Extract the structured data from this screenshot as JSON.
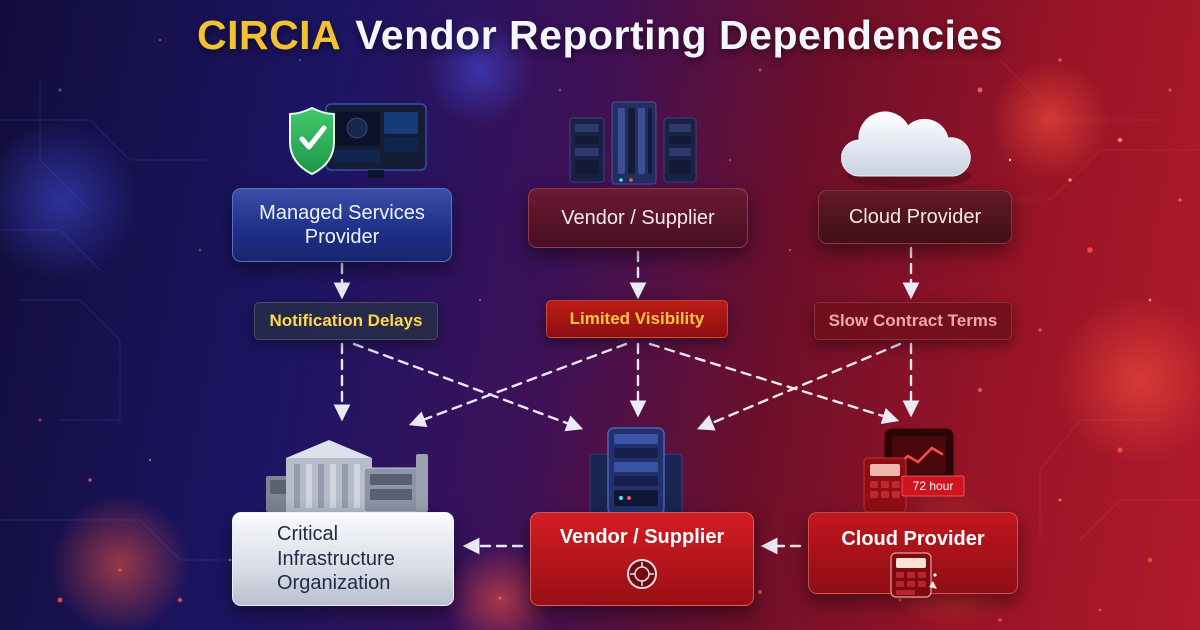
{
  "title": {
    "highlight": "CIRCIA",
    "rest": "Vendor Reporting Dependencies"
  },
  "top_nodes": [
    {
      "id": "managed-services-provider",
      "label": "Managed Services Provider"
    },
    {
      "id": "vendor-supplier-top",
      "label": "Vendor / Supplier"
    },
    {
      "id": "cloud-provider-top",
      "label": "Cloud Provider"
    }
  ],
  "issue_badges": [
    {
      "id": "notification-delays",
      "label": "Notification Delays",
      "text_color": "#ffd84a"
    },
    {
      "id": "limited-visibility",
      "label": "Limited Visibility",
      "text_color": "#ffc63a"
    },
    {
      "id": "slow-contract-terms",
      "label": "Slow Contract Terms",
      "text_color": "#f2a6a6"
    }
  ],
  "bottom_nodes": [
    {
      "id": "critical-infrastructure-organization",
      "label": "Critical Infrastructure Organization"
    },
    {
      "id": "vendor-supplier-bottom",
      "label": "Vendor / Supplier"
    },
    {
      "id": "cloud-provider-bottom",
      "label": "Cloud Provider"
    }
  ],
  "annotations": {
    "report_window": "72 hour"
  },
  "icon_names": [
    "shield-check-monitor-icon",
    "server-rack-icon",
    "cloud-icon",
    "industrial-building-icon",
    "server-tower-icon",
    "incident-devices-icon",
    "seal-emblem-icon",
    "calculator-icon"
  ],
  "colors": {
    "accent_gold": "#f2c232",
    "node_blue": "#20308a",
    "node_maroon": "#5a1528",
    "node_red": "#b5141e",
    "node_light": "#e9ebf2",
    "badge_red": "#b51616",
    "background_blue": "#161047",
    "background_red": "#a01426",
    "arrow_white": "#f4f6ff"
  }
}
